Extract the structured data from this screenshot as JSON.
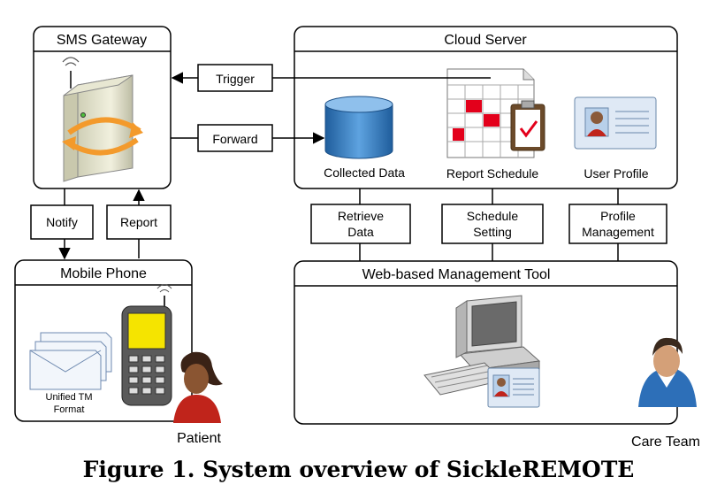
{
  "panels": {
    "sms_gateway": "SMS Gateway",
    "cloud_server": "Cloud Server",
    "mobile_phone": "Mobile Phone",
    "web_tool": "Web-based Management Tool"
  },
  "connectors": {
    "trigger": "Trigger",
    "forward": "Forward",
    "notify": "Notify",
    "report": "Report",
    "retrieve_data": [
      "Retrieve",
      "Data"
    ],
    "schedule_setting": [
      "Schedule",
      "Setting"
    ],
    "profile_management": [
      "Profile",
      "Management"
    ]
  },
  "cloud_items": {
    "collected_data": "Collected Data",
    "report_schedule": "Report Schedule",
    "user_profile": "User Profile"
  },
  "mobile_items": {
    "unified_format": [
      "Unified TM",
      "Format"
    ],
    "patient": "Patient"
  },
  "web_items": {
    "care_team": "Care Team"
  },
  "caption": "Figure 1. System overview of SickleREMOTE",
  "colors": {
    "database_blue": "#3d84c6",
    "calendar_red": "#e3001b",
    "arrow_orange": "#f39a2c",
    "phone_screen": "#f5e400"
  }
}
